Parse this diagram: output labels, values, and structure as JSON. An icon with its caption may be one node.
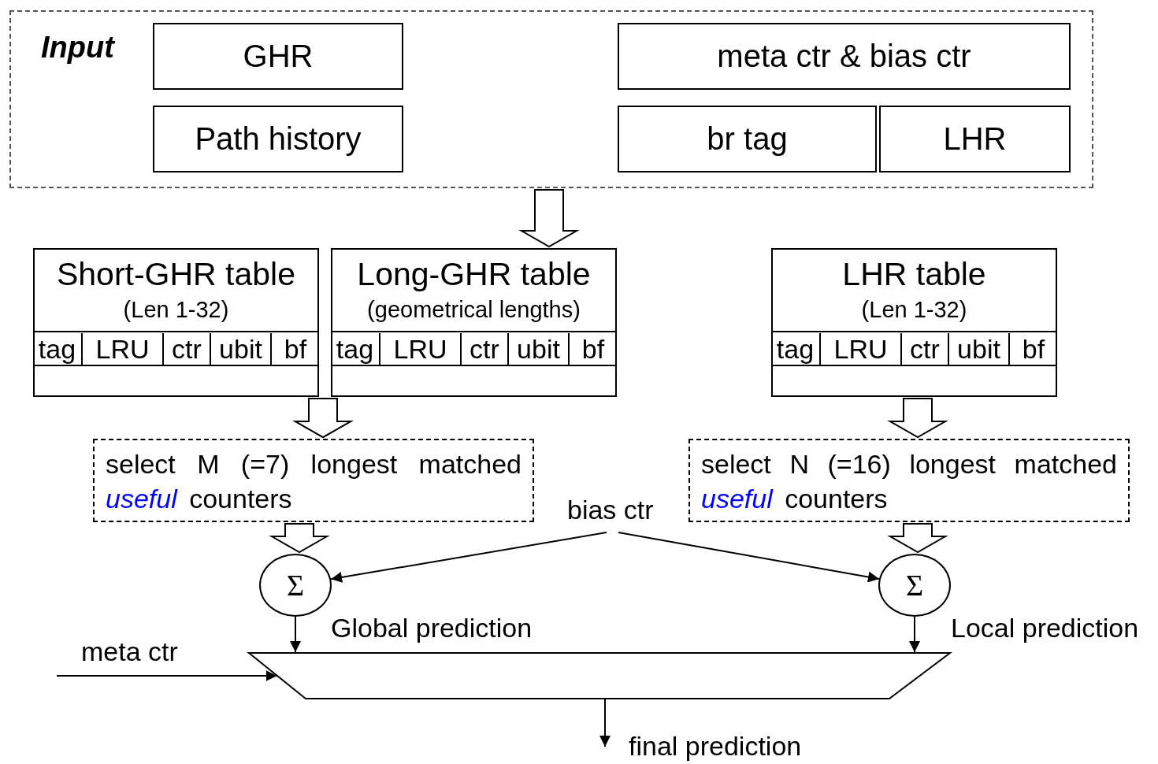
{
  "diagram": {
    "nodes": [
      {
        "text": [
          "Input"
        ]
      },
      {
        "text": [
          "GHR"
        ],
        "in": 0
      },
      {
        "text": [
          "meta ctr & bias ctr"
        ],
        "in": 0
      },
      {
        "text": [
          "Path history"
        ],
        "in": 0
      },
      {
        "text": [
          "br tag"
        ],
        "in": 0
      },
      {
        "text": [
          "LHR"
        ],
        "in": 0
      },
      {
        "text": [
          "Short-GHR table",
          "(Len 1-32)"
        ]
      },
      {
        "text": [
          "tag"
        ],
        "in": 6
      },
      {
        "text": [
          "LRU"
        ],
        "in": 6
      },
      {
        "text": [
          "ctr"
        ],
        "in": 6
      },
      {
        "text": [
          "ubit"
        ],
        "in": 6
      },
      {
        "text": [
          "bf"
        ],
        "in": 6
      },
      {
        "text": [
          "Long-GHR table",
          "(geometrical lengths)"
        ]
      },
      {
        "text": [
          "tag"
        ],
        "in": 12
      },
      {
        "text": [
          "LRU"
        ],
        "in": 12
      },
      {
        "text": [
          "ctr"
        ],
        "in": 12
      },
      {
        "text": [
          "ubit"
        ],
        "in": 12
      },
      {
        "text": [
          "bf"
        ],
        "in": 12
      },
      {
        "text": [
          "LHR table",
          "(Len 1-32)"
        ]
      },
      {
        "text": [
          "tag"
        ],
        "in": 18
      },
      {
        "text": [
          "LRU"
        ],
        "in": 18
      },
      {
        "text": [
          "ctr"
        ],
        "in": 18
      },
      {
        "text": [
          "ubit"
        ],
        "in": 18
      },
      {
        "text": [
          "bf"
        ],
        "in": 18
      },
      {
        "text": [
          "select M (=7) longest matched *useful* counters"
        ]
      },
      {
        "text": [
          "select N (=16) longest matched *useful* counters"
        ]
      },
      {
        "text": [
          "bias ctr"
        ]
      },
      {
        "text": [
          "Σ"
        ]
      },
      {
        "text": [
          "Σ"
        ]
      },
      {
        "text": [],
        "shape": "trapezoid"
      }
    ],
    "edges": [
      {
        "from": 0,
        "to": 12,
        "arrow": "to",
        "style": "thick"
      },
      {
        "from": 6,
        "to": 24,
        "arrow": "to",
        "style": "thick"
      },
      {
        "from": 12,
        "to": 24,
        "arrow": "to",
        "style": "thick"
      },
      {
        "from": 18,
        "to": 25,
        "arrow": "to",
        "style": "thick"
      },
      {
        "from": 24,
        "to": 27,
        "arrow": "to",
        "style": "thick"
      },
      {
        "from": 25,
        "to": 28,
        "arrow": "to",
        "style": "thick"
      },
      {
        "from": 26,
        "to": 27,
        "arrow": "to"
      },
      {
        "from": 26,
        "to": 28,
        "arrow": "to"
      },
      {
        "from": 27,
        "to": 29,
        "arrow": "to",
        "label": "Global prediction"
      },
      {
        "from": 28,
        "to": 29,
        "arrow": "to",
        "label": "Local prediction"
      },
      {
        "from": null,
        "to": 29,
        "arrow": "to",
        "label": "meta ctr"
      },
      {
        "from": 29,
        "to": null,
        "arrow": "to",
        "label": "final prediction"
      }
    ]
  }
}
